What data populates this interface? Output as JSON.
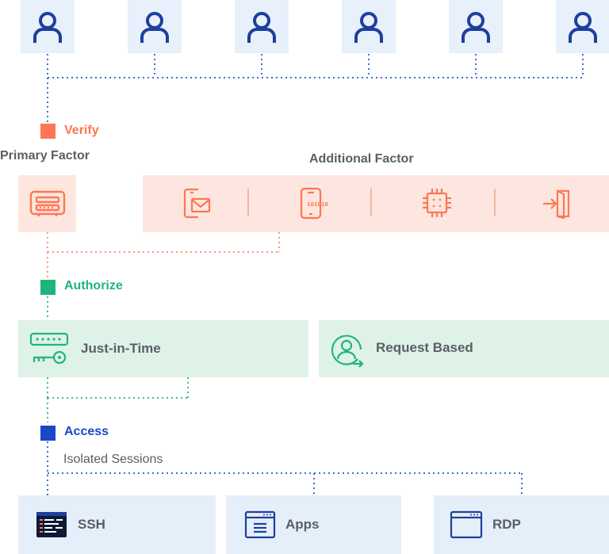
{
  "users": [
    {
      "icon": "user-icon"
    },
    {
      "icon": "user-icon"
    },
    {
      "icon": "user-icon"
    },
    {
      "icon": "user-icon"
    },
    {
      "icon": "user-icon"
    },
    {
      "icon": "user-icon"
    }
  ],
  "verify": {
    "label": "Verify",
    "color": "#ff7652",
    "primary_heading": "Primary Factor",
    "additional_heading": "Additional Factor",
    "primary_icon": "hardware-token-icon",
    "additional_icons": [
      "phone-email-icon",
      "phone-otp-icon",
      "chip-icon",
      "login-door-icon"
    ],
    "otp_text": "101010"
  },
  "authorize": {
    "label": "Authorize",
    "color": "#1fb57a",
    "options": [
      {
        "label": "Just-in-Time",
        "icon": "password-key-icon"
      },
      {
        "label": "Request Based",
        "icon": "user-request-icon"
      }
    ]
  },
  "access": {
    "label": "Access",
    "color": "#1848c7",
    "subtitle": "Isolated Sessions",
    "targets": [
      {
        "label": "SSH",
        "icon": "terminal-icon"
      },
      {
        "label": "Apps",
        "icon": "app-window-icon"
      },
      {
        "label": "RDP",
        "icon": "remote-desktop-icon"
      }
    ]
  },
  "colors": {
    "user_tile": "#e8f0fb",
    "user_icon": "#1d3f9e",
    "verify_panel": "#fde6df",
    "authorize_panel": "#def2e8",
    "access_panel": "#e5effa",
    "dots_blue": "#3b6fd6",
    "dots_orange": "#f49a82",
    "dots_green": "#38c08e"
  }
}
